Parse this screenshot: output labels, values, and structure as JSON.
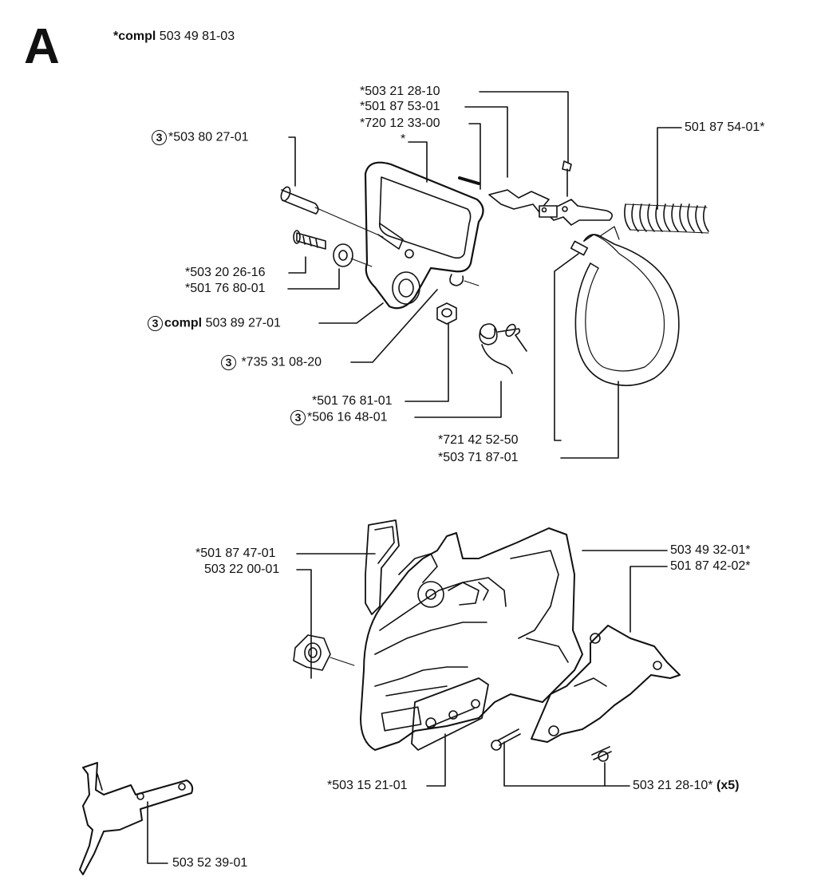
{
  "section": "A",
  "kit": {
    "prefix": "*compl",
    "number": "503 49 81-03"
  },
  "top_labels": {
    "p_503_21_28_10": "*503 21 28-10",
    "p_501_87_53_01": "*501 87 53-01",
    "p_720_12_33_00": "*720 12 33-00",
    "p_star": "*",
    "p_501_87_54_01": "501 87 54-01*",
    "p_503_80_27_01": "*503 80 27-01",
    "p_503_20_26_16": "*503 20 26-16",
    "p_501_76_80_01": "*501 76 80-01",
    "p_compl_prefix": "compl",
    "p_compl_num": "503 89 27-01",
    "p_735_31_08_20": "*735 31 08-20",
    "p_501_76_81_01": "*501 76 81-01",
    "p_506_16_48_01": "*506 16 48-01",
    "p_721_42_52_50": "*721 42 52-50",
    "p_503_71_87_01": "*503 71 87-01"
  },
  "bottom_labels": {
    "p_501_87_47_01": "*501 87 47-01",
    "p_503_22_00_01": "503 22 00-01",
    "p_503_49_32_01": "503 49 32-01*",
    "p_501_87_42_02": "501 87 42-02*",
    "p_503_15_21_01": "*503 15 21-01",
    "p_503_21_28_10_x5": "503 21 28-10*",
    "p_x5": "(x5)",
    "p_503_52_39_01": "503 52 39-01"
  },
  "circle_num": "3"
}
